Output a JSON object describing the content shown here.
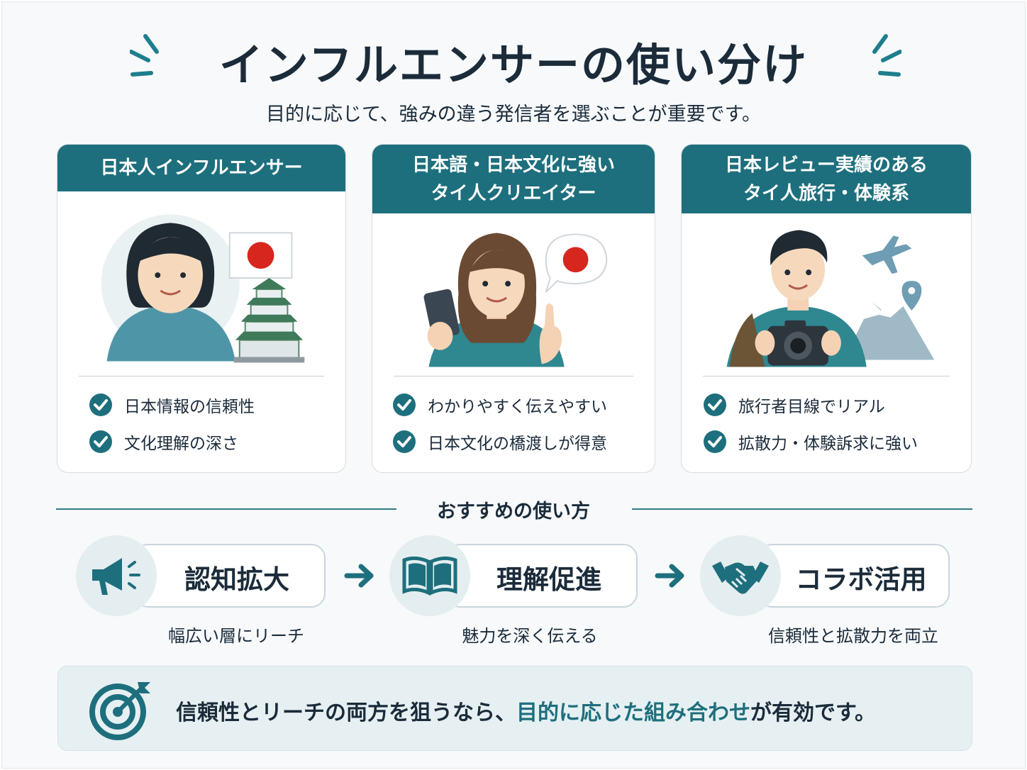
{
  "title": "インフルエンサーの使い分け",
  "subtitle": "目的に応じて、強みの違う発信者を選ぶことが重要です。",
  "cards": [
    {
      "header_lines": [
        "日本人インフルエンサー"
      ],
      "features": [
        "日本情報の信頼性",
        "文化理解の深さ"
      ]
    },
    {
      "header_lines": [
        "日本語・日本文化に強い",
        "タイ人クリエイター"
      ],
      "features": [
        "わかりやすく伝えやすい",
        "日本文化の橋渡しが得意"
      ]
    },
    {
      "header_lines": [
        "日本レビュー実績のある",
        "タイ人旅行・体験系"
      ],
      "features": [
        "旅行者目線でリアル",
        "拡散力・体験訴求に強い"
      ]
    }
  ],
  "section_title": "おすすめの使い方",
  "steps": [
    {
      "label": "認知拡大",
      "desc": "幅広い層にリーチ",
      "icon": "megaphone-icon"
    },
    {
      "label": "理解促進",
      "desc": "魅力を深く伝える",
      "icon": "open-book-icon"
    },
    {
      "label": "コラボ活用",
      "desc": "信頼性と拡散力を両立",
      "icon": "handshake-icon"
    }
  ],
  "banner": {
    "pre": "信頼性とリーチの両方を狙うなら、",
    "highlight": "目的に応じた組み合わせ",
    "post": "が有効です。",
    "icon": "target-icon"
  },
  "colors": {
    "accent": "#1e6f7d",
    "text": "#1b2b3a",
    "banner_bg": "#e6f0f2",
    "flag_red": "#d7261e"
  }
}
